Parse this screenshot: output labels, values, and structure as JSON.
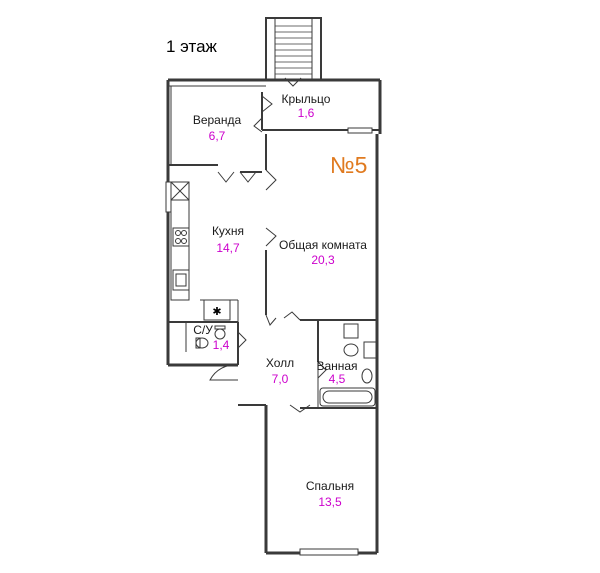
{
  "floor_label": "1 этаж",
  "unit_label": "№5",
  "colors": {
    "unit": "#e07a1f",
    "area": "#cc00cc",
    "wall": "#3a3a3a"
  },
  "rooms": {
    "porch": {
      "name": "Крыльцо",
      "area": "1,6"
    },
    "veranda": {
      "name": "Веранда",
      "area": "6,7"
    },
    "kitchen": {
      "name": "Кухня",
      "area": "14,7"
    },
    "living": {
      "name": "Общая комната",
      "area": "20,3"
    },
    "wc": {
      "name": "С/У",
      "area": "1,4"
    },
    "hall": {
      "name": "Холл",
      "area": "7,0"
    },
    "bathroom": {
      "name": "Ванная",
      "area": "4,5"
    },
    "bedroom": {
      "name": "Спальня",
      "area": "13,5"
    }
  },
  "icons": [
    "stair-icon",
    "stove-icon",
    "sink-icon",
    "toilet-icon",
    "bathtub-icon",
    "boiler-icon",
    "door-swing-icon",
    "window-icon"
  ]
}
